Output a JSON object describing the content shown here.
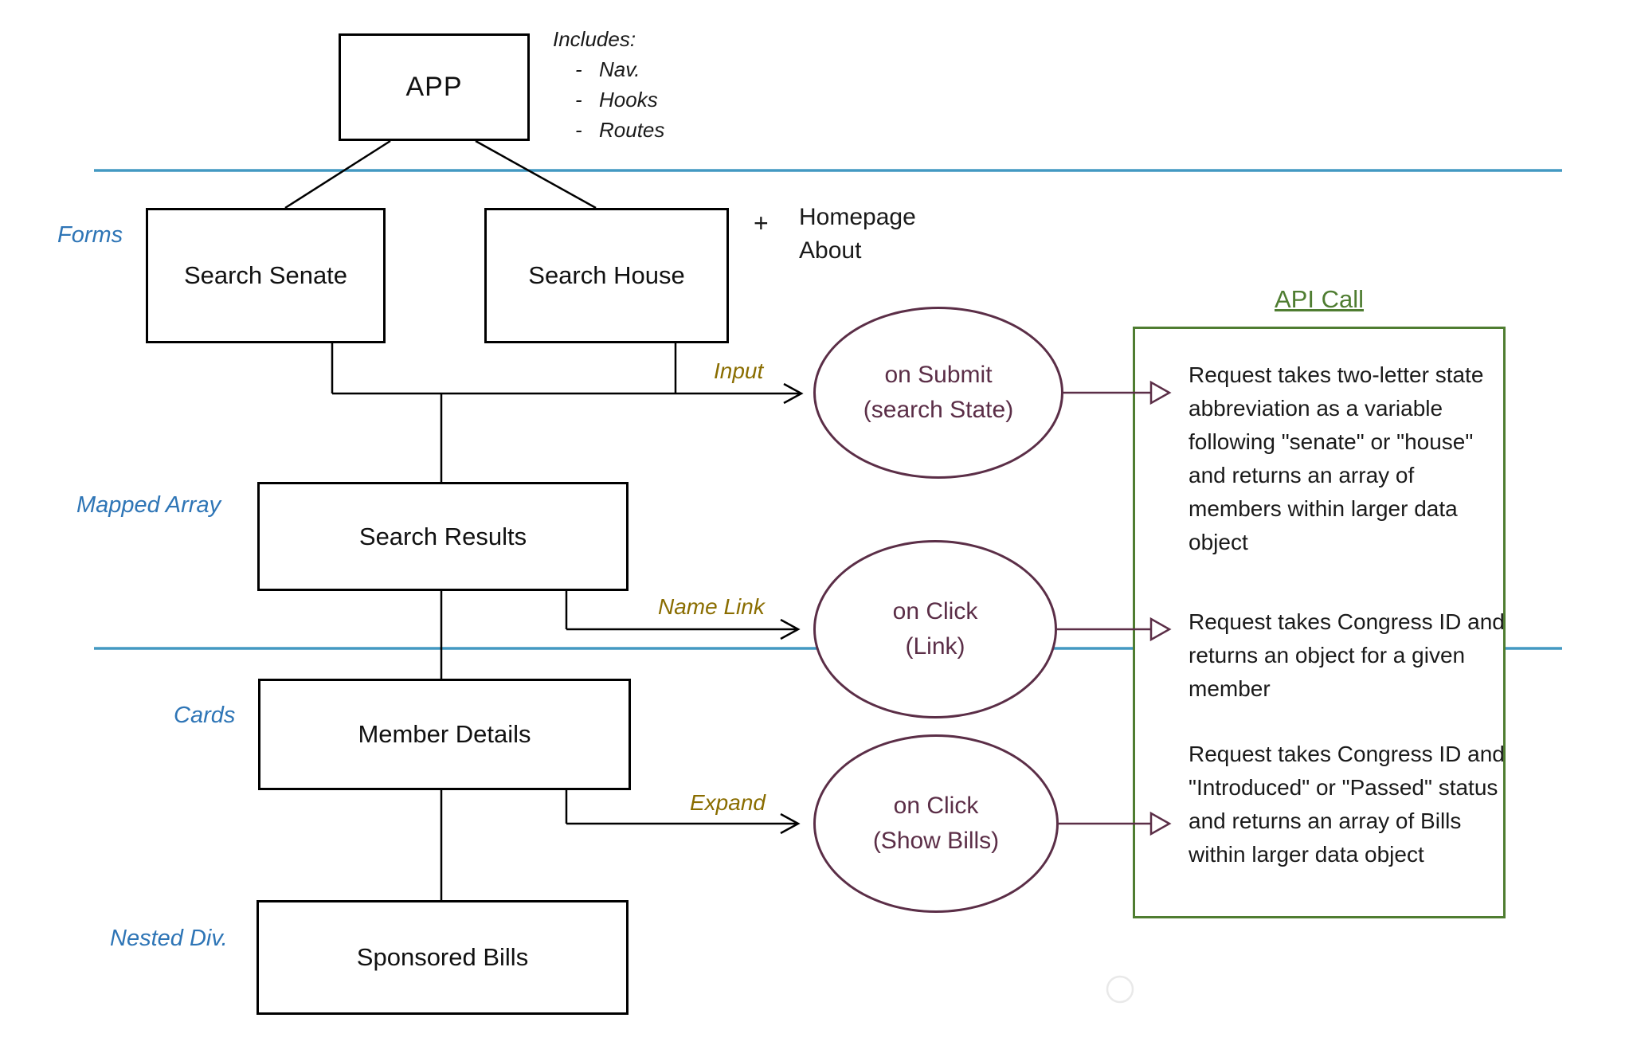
{
  "app_box": "APP",
  "includes": {
    "heading": "Includes:",
    "bullet": "-",
    "items": [
      "Nav.",
      "Hooks",
      "Routes"
    ]
  },
  "boxes": {
    "search_senate": "Search Senate",
    "search_house": "Search House",
    "search_results": "Search Results",
    "member_details": "Member Details",
    "sponsored_bills": "Sponsored Bills"
  },
  "row_labels": {
    "forms": "Forms",
    "mapped_array": "Mapped Array",
    "cards": "Cards",
    "nested_div": "Nested Div."
  },
  "pages_note": {
    "plus": "+",
    "lines": [
      "Homepage",
      "About"
    ]
  },
  "edge_labels": {
    "input": "Input",
    "name_link": "Name Link",
    "expand": "Expand"
  },
  "events": [
    {
      "title": "on Submit",
      "subtitle": "(search State)"
    },
    {
      "title": "on Click",
      "subtitle": "(Link)"
    },
    {
      "title": "on Click",
      "subtitle": "(Show Bills)"
    }
  ],
  "api_panel": {
    "title": "API Call",
    "paragraphs": [
      "Request takes two-letter state abbreviation as a variable following \"senate\" or \"house\" and returns an array of members within larger data object",
      "Request takes Congress ID and returns an object for a given member",
      "Request takes Congress ID and \"Introduced\" or \"Passed\" status and returns an array of Bills within larger data object"
    ]
  },
  "colors": {
    "blue_line": "#4399C2",
    "blue_label": "#2E75B6",
    "gold_label": "#8A6D00",
    "maroon": "#5B2E47",
    "green": "#4F7D31",
    "line_black": "#000000",
    "faint_circle": "#E9E9E9"
  }
}
